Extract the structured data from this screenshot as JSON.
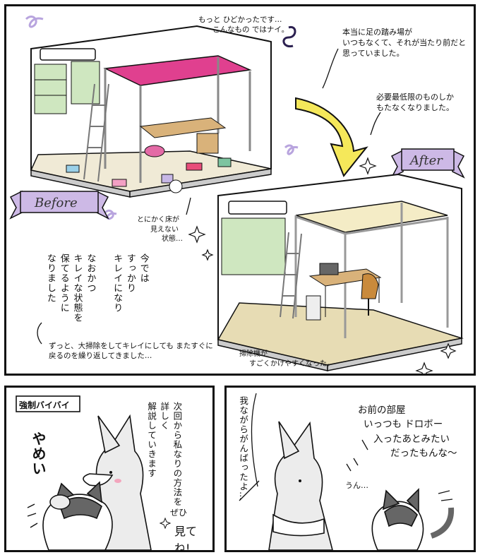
{
  "panel1": {
    "note_top": [
      "もっと ひどかったです…",
      "こんなもの ではナイ。"
    ],
    "note_right_1": [
      "本当に足の踏み場が",
      "いつもなくて、それが当たり前だと",
      "思っていました。"
    ],
    "note_right_2": [
      "必要最低限のものしか",
      "もたなくなりました。"
    ],
    "label_before": "Before",
    "label_after": "After",
    "note_floor": [
      "とにかく床が",
      "見えない",
      "状態…"
    ],
    "main_text": [
      "今では",
      "すっかり",
      "キレイになり",
      "なおかつ",
      "キレイな状態を",
      "保てるように",
      "なりました"
    ],
    "note_bottom": [
      "ずっと、大掃除をしてキレイにしても またすぐに",
      "戻るのを繰り返してきました…"
    ],
    "note_vacuum": [
      "掃除機が",
      "すごくかけやすくなった。"
    ],
    "colors": {
      "bed_pink": "#e0408f",
      "curtain_green": "#cfe7c0",
      "floor_beige": "#e7dcb4",
      "arrow_yellow": "#f5e85a",
      "banner_purple": "#cdb9e6",
      "wood": "#d9b27a",
      "chair_orange": "#c98a3c"
    }
  },
  "panel2": {
    "tag": "強制バイバイ",
    "speech": [
      "次回から私なりの方法を",
      "詳しく",
      "解説していきます"
    ],
    "shout": "やめい",
    "fx_small": "ぜひ",
    "fx_main": "見てね!"
  },
  "panel3": {
    "speech_left": [
      "我ながらがんばったよ…"
    ],
    "fx": "うん…",
    "cat_line": [
      "お前の部屋",
      "いっつも ドロボー",
      "入ったあとみたい",
      "だったもんな〜"
    ]
  }
}
